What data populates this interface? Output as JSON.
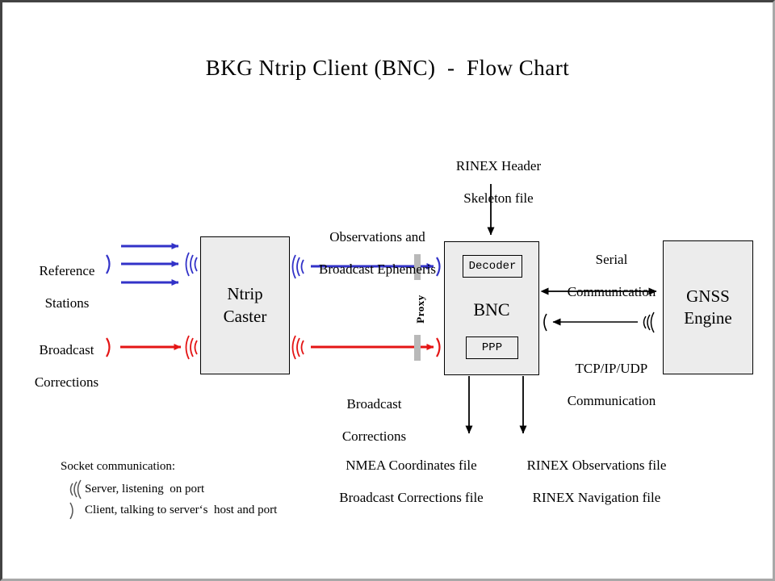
{
  "title": "BKG Ntrip Client (BNC)  -  Flow Chart",
  "colors": {
    "blue": "#3232c8",
    "red": "#e41414",
    "box_fill": "#ececec",
    "proxy_gray": "#b9b9b9",
    "frame_dark": "#434343",
    "frame_light": "#a8a8a8"
  },
  "boxes": {
    "caster": {
      "line1": "Ntrip",
      "line2": "Caster"
    },
    "bnc": {
      "label": "BNC",
      "decoder": "Decoder",
      "ppp": "PPP"
    },
    "gnss": {
      "line1": "GNSS",
      "line2": "Engine"
    }
  },
  "labels": {
    "reference_stations_l1": "Reference",
    "reference_stations_l2": "Stations",
    "broadcast_corrections_left_l1": "Broadcast",
    "broadcast_corrections_left_l2": "Corrections",
    "observations_l1": "Observations and",
    "observations_l2": "Broadcast Ephemeris",
    "broadcast_corrections_mid_l1": "Broadcast",
    "broadcast_corrections_mid_l2": "Corrections",
    "proxy": "Proxy",
    "rinex_header_l1": "RINEX Header",
    "rinex_header_l2": "Skeleton file",
    "serial_l1": "Serial",
    "serial_l2": "Communication",
    "tcpip_l1": "TCP/IP/UDP",
    "tcpip_l2": "Communication",
    "out_left_l1": "NMEA Coordinates file",
    "out_left_l2": "Broadcast Corrections file",
    "out_right_l1": "RINEX Observations file",
    "out_right_l2": "RINEX Navigation file"
  },
  "legend": {
    "heading": "Socket communication:",
    "server": "Server, listening  on port",
    "client": "Client, talking to server‘s  host and port"
  },
  "icons": {
    "server_socket": "server-socket-icon",
    "client_socket": "client-socket-icon"
  }
}
